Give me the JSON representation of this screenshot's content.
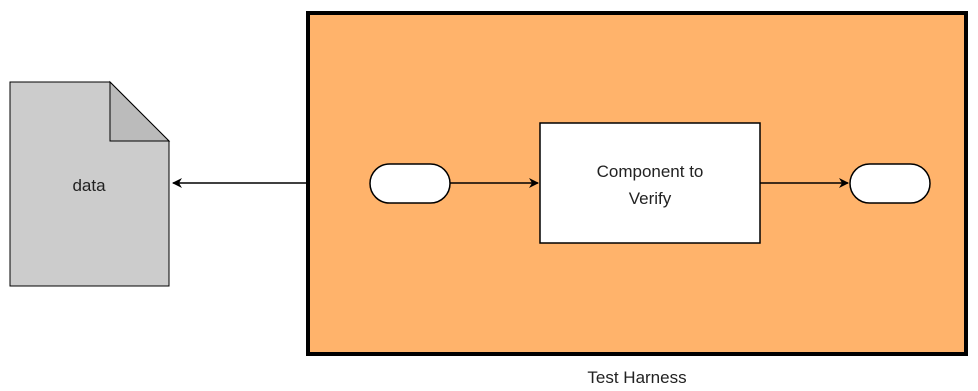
{
  "diagram": {
    "data_file": {
      "label": "data",
      "fill": "#cccccc",
      "fold_fill": "#bbbbbb"
    },
    "harness": {
      "label": "Test Harness",
      "fill": "#ffb36b"
    },
    "component": {
      "line1": "Component to",
      "line2": "Verify",
      "fill": "#ffffff"
    },
    "stroke_color": "#000000"
  }
}
